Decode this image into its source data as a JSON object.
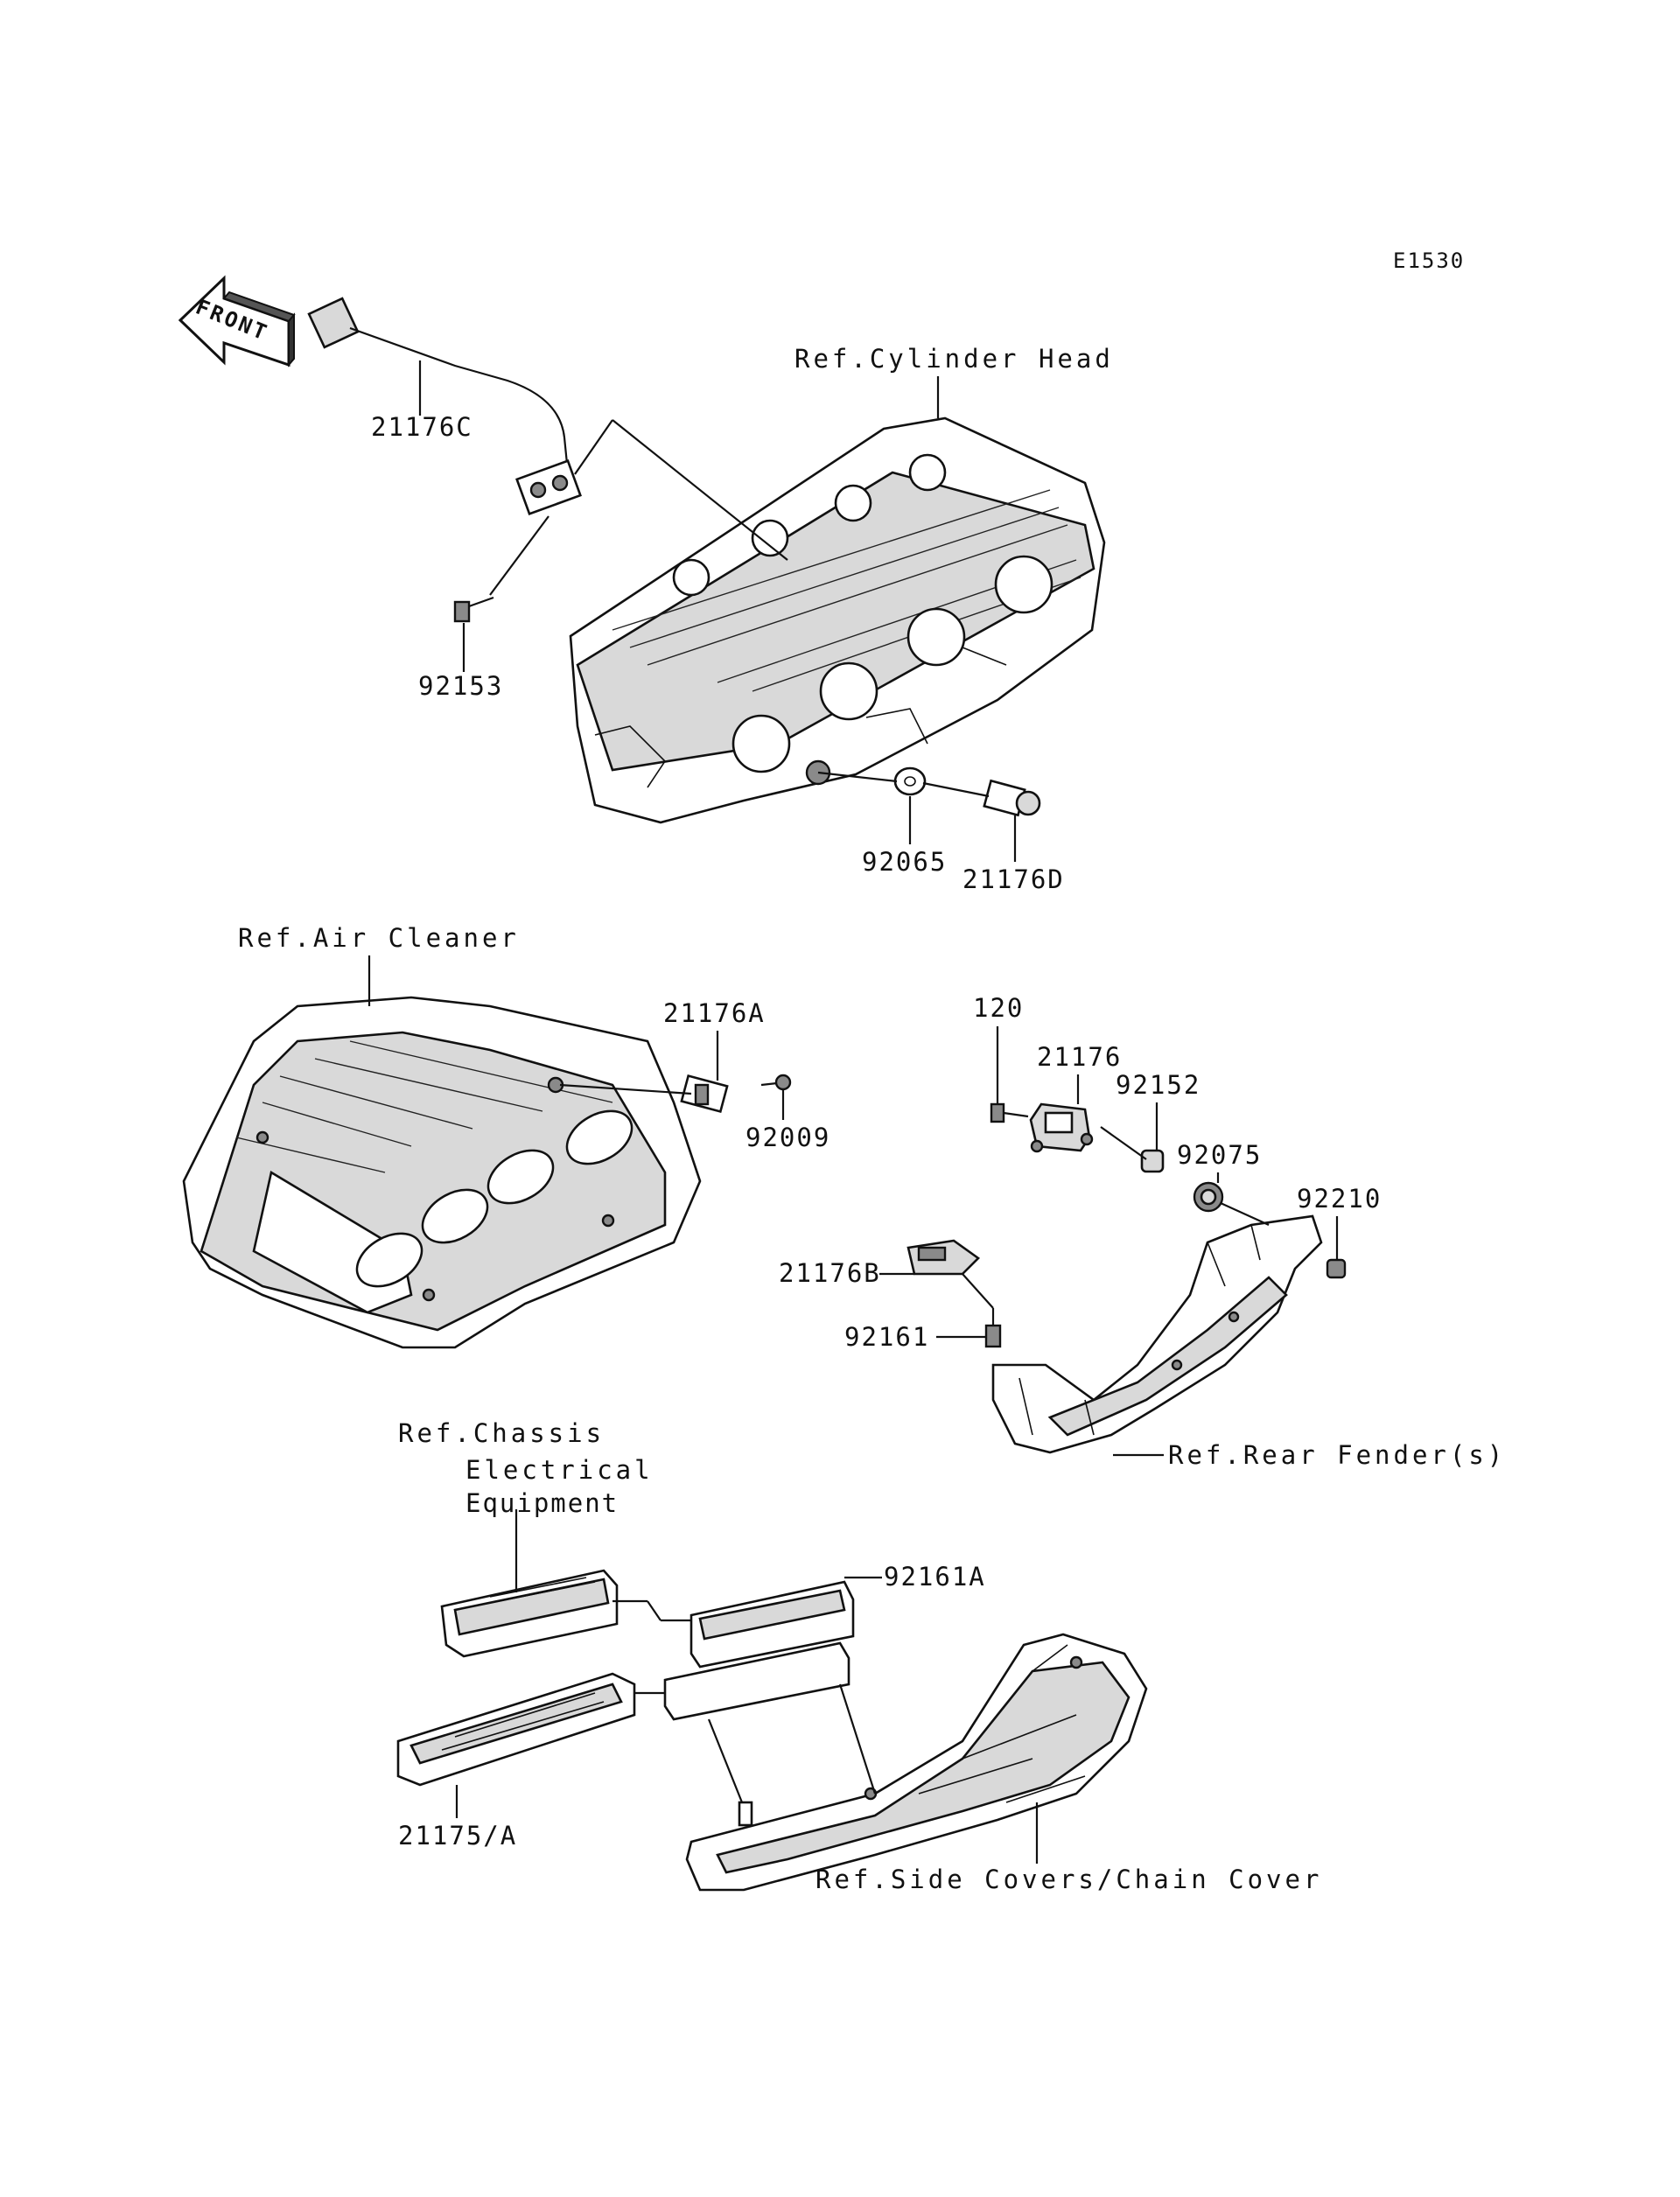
{
  "diagram_code": "E1530",
  "front_arrow": {
    "label": "FRONT"
  },
  "references": {
    "cylinder_head": "Ref.Cylinder Head",
    "air_cleaner": "Ref.Air Cleaner",
    "rear_fender": "Ref.Rear Fender(s)",
    "chassis_electrical": [
      "Ref.Chassis",
      "Electrical",
      "Equipment"
    ],
    "side_covers": "Ref.Side Covers/Chain Cover"
  },
  "parts": {
    "p21176C": "21176C",
    "p92153": "92153",
    "p92065": "92065",
    "p21176D": "21176D",
    "p21176A": "21176A",
    "p92009": "92009",
    "p120": "120",
    "p21176": "21176",
    "p92152": "92152",
    "p92075": "92075",
    "p92210": "92210",
    "p21176B": "21176B",
    "p92161": "92161",
    "p92161A": "92161A",
    "p21175A": "21175/A"
  }
}
